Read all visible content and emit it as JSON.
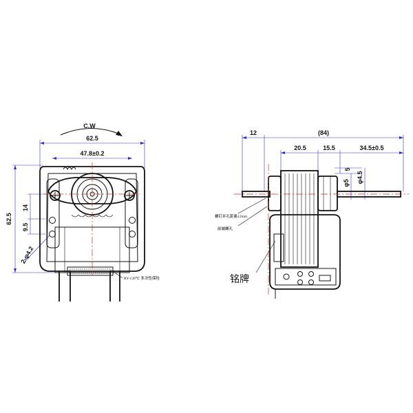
{
  "front_view": {
    "rotation_label": "C.W",
    "dim_top_width": "62.5",
    "dim_mount_spacing": "47.8±0.2",
    "dim_left_height": "62.5",
    "dim_hole_offset": "14",
    "dim_hole_spacing": "9.5",
    "dim_hole_dia": "2-φ4.2",
    "fuse_note": "RY-130℃ 多次性保险"
  },
  "side_view": {
    "dim_overall": "(84)",
    "dim_shaft_ext": "12",
    "dim_a": "20.5",
    "dim_b": "15.5",
    "dim_c": "34.5±0.5",
    "dim_small": "5",
    "dim_shaft_dia_1": "φ5",
    "dim_shaft_dia_2": "φ4.5",
    "note_screw": "螺钉并孔距离12mm",
    "note_cutout": "前端螺孔",
    "nameplate_label": "铭牌"
  },
  "colors": {
    "line": "#111111",
    "dimension": "#2b2bd0",
    "centerline": "#d22222"
  }
}
